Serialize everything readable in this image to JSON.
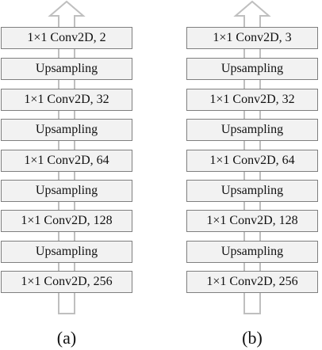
{
  "diagrams": [
    {
      "caption": "(a)",
      "layers": [
        "1×1 Conv2D, 2",
        "Upsampling",
        "1×1 Conv2D, 32",
        "Upsampling",
        "1×1 Conv2D, 64",
        "Upsampling",
        "1×1 Conv2D, 128",
        "Upsampling",
        "1×1 Conv2D, 256"
      ]
    },
    {
      "caption": "(b)",
      "layers": [
        "1×1 Conv2D, 3",
        "Upsampling",
        "1×1 Conv2D, 32",
        "Upsampling",
        "1×1 Conv2D, 64",
        "Upsampling",
        "1×1 Conv2D, 128",
        "Upsampling",
        "1×1 Conv2D, 256"
      ]
    }
  ],
  "colors": {
    "block_fill": "#f2f2f2",
    "block_border": "#7f7f7f",
    "arrow_stroke": "#bfbfbf",
    "text": "#111111"
  }
}
